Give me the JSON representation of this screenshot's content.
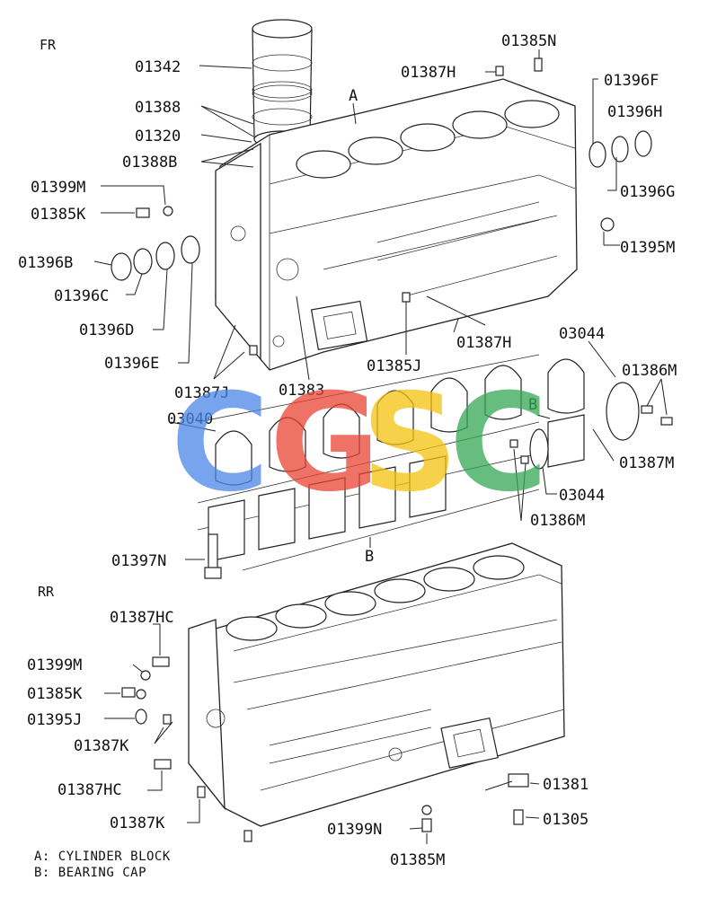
{
  "page": {
    "view_front": "FR",
    "view_rear": "RR"
  },
  "callouts_front": {
    "c01342": "01342",
    "c01388": "01388",
    "c01320": "01320",
    "c01388B": "01388B",
    "c01399M": "01399M",
    "c01385K": "01385K",
    "c01396B": "01396B",
    "c01396C": "01396C",
    "c01396D": "01396D",
    "c01396E": "01396E",
    "c01387J": "01387J",
    "c01383": "01383",
    "c01385J": "01385J",
    "c01387H_b": "01387H",
    "c01387H_t": "01387H",
    "c01385N": "01385N",
    "c01396F": "01396F",
    "c01396H": "01396H",
    "c01396G": "01396G",
    "c01395M": "01395M",
    "marker_A": "A"
  },
  "callouts_caps": {
    "c03044_t": "03044",
    "c01386M_t": "01386M",
    "c01387M": "01387M",
    "c03044_b": "03044",
    "c01386M_b": "01386M",
    "c03040": "03040",
    "c01397N": "01397N",
    "marker_B_top": "B",
    "marker_B_bottom": "B"
  },
  "callouts_rear": {
    "c01387HC_t": "01387HC",
    "c01399M": "01399M",
    "c01385K": "01385K",
    "c01395J": "01395J",
    "c01387K_t": "01387K",
    "c01387HC_b": "01387HC",
    "c01387K_b": "01387K",
    "c01399N": "01399N",
    "c01385M": "01385M",
    "c01381": "01381",
    "c01305": "01305"
  },
  "legend": {
    "line_a": "A: CYLINDER BLOCK",
    "line_b": "B: BEARING CAP"
  },
  "watermark": {
    "letters": [
      "C",
      "G",
      "S",
      "C"
    ],
    "colors": [
      "#4a86e8",
      "#ea4335",
      "#f4c20d",
      "#34a853"
    ]
  }
}
